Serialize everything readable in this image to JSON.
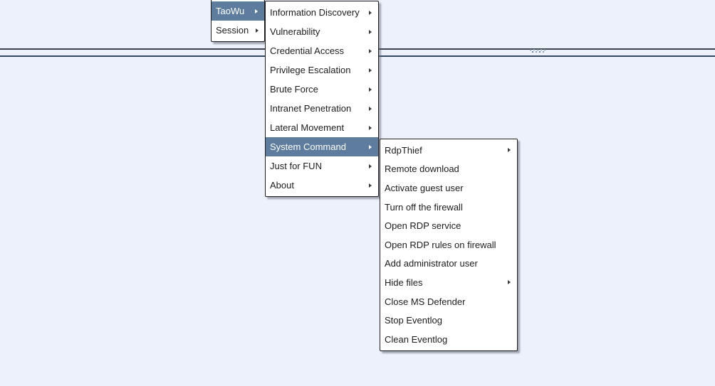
{
  "window": {
    "background": "#edf1fb"
  },
  "colors": {
    "menu_background": "#ffffff",
    "menu_border": "#1e1e1e",
    "menu_text": "#1c1c1c",
    "highlight_background": "#5e7d9e",
    "highlight_text": "#ffffff",
    "divider_top_line": "#3c434e",
    "divider_bottom_line": "#33495f",
    "grip_dots": "#7386a2"
  },
  "splitter": {
    "grip_icon": "dotted-drag-handle"
  },
  "menus": {
    "root": {
      "name": "root-context-menu",
      "items": [
        {
          "label": "TaoWu",
          "selected": true,
          "submenu": true
        },
        {
          "label": "Session",
          "selected": false,
          "submenu": true
        }
      ]
    },
    "taowu": {
      "name": "taowu-submenu",
      "items": [
        {
          "label": "Information Discovery",
          "selected": false,
          "submenu": true
        },
        {
          "label": "Vulnerability",
          "selected": false,
          "submenu": true
        },
        {
          "label": "Credential Access",
          "selected": false,
          "submenu": true
        },
        {
          "label": "Privilege Escalation",
          "selected": false,
          "submenu": true
        },
        {
          "label": "Brute Force",
          "selected": false,
          "submenu": true
        },
        {
          "label": "Intranet Penetration",
          "selected": false,
          "submenu": true
        },
        {
          "label": "Lateral Movement",
          "selected": false,
          "submenu": true
        },
        {
          "label": "System Command",
          "selected": true,
          "submenu": true
        },
        {
          "label": "Just for FUN",
          "selected": false,
          "submenu": true
        },
        {
          "label": "About",
          "selected": false,
          "submenu": true
        }
      ]
    },
    "system_command": {
      "name": "system-command-submenu",
      "items": [
        {
          "label": "RdpThief",
          "selected": false,
          "submenu": true
        },
        {
          "label": "Remote download",
          "selected": false,
          "submenu": false
        },
        {
          "label": "Activate guest user",
          "selected": false,
          "submenu": false
        },
        {
          "label": "Turn off the firewall",
          "selected": false,
          "submenu": false
        },
        {
          "label": "Open RDP service",
          "selected": false,
          "submenu": false
        },
        {
          "label": "Open RDP rules on firewall",
          "selected": false,
          "submenu": false
        },
        {
          "label": "Add administrator user",
          "selected": false,
          "submenu": false
        },
        {
          "label": "Hide files",
          "selected": false,
          "submenu": true
        },
        {
          "label": "Close MS Defender",
          "selected": false,
          "submenu": false
        },
        {
          "label": "Stop Eventlog",
          "selected": false,
          "submenu": false
        },
        {
          "label": "Clean Eventlog",
          "selected": false,
          "submenu": false
        }
      ]
    }
  }
}
